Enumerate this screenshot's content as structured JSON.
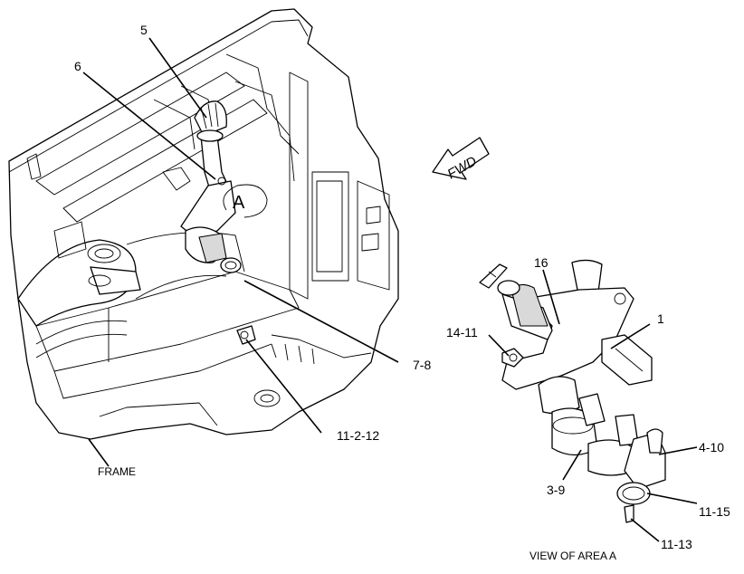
{
  "callouts": {
    "c5": "5",
    "c6": "6",
    "c7_8": "7-8",
    "c11_2_12": "11-2-12",
    "c16": "16",
    "c14_11": "14-11",
    "c1": "1",
    "c4_10": "4-10",
    "c3_9": "3-9",
    "c11_15": "11-15",
    "c11_13": "11-13"
  },
  "labels": {
    "area_marker": "A",
    "fwd": "FWD",
    "frame": "FRAME",
    "view_caption": "VIEW OF AREA A"
  }
}
